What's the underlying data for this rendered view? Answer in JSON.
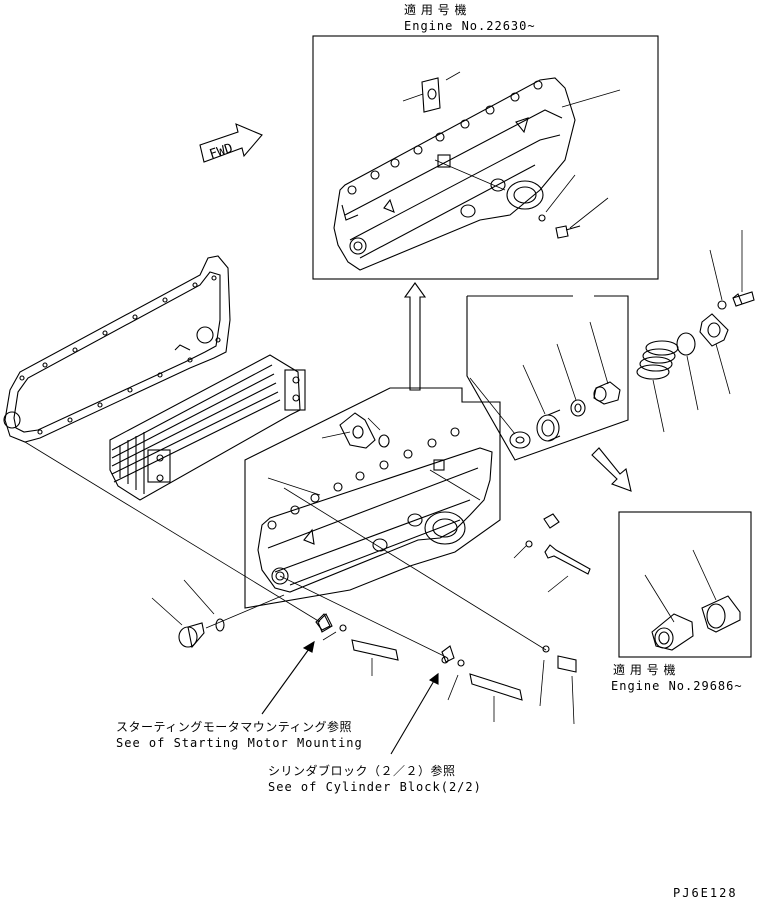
{
  "top_variant": {
    "label_jp": "適 用 号 機",
    "label_en": "Engine No.22630~"
  },
  "bottom_variant": {
    "label_jp": "適 用 号 機",
    "label_en": "Engine No.29686~"
  },
  "fwd_arrow": "FWD",
  "refs": {
    "starting_motor_jp": "スターティングモータマウンティング参照",
    "starting_motor_en": "See of Starting Motor Mounting",
    "cylinder_block_jp": "シリンダブロック（２／２）参照",
    "cylinder_block_en": "See of Cylinder Block(2/2)"
  },
  "drawing_code": "PJ6E128"
}
